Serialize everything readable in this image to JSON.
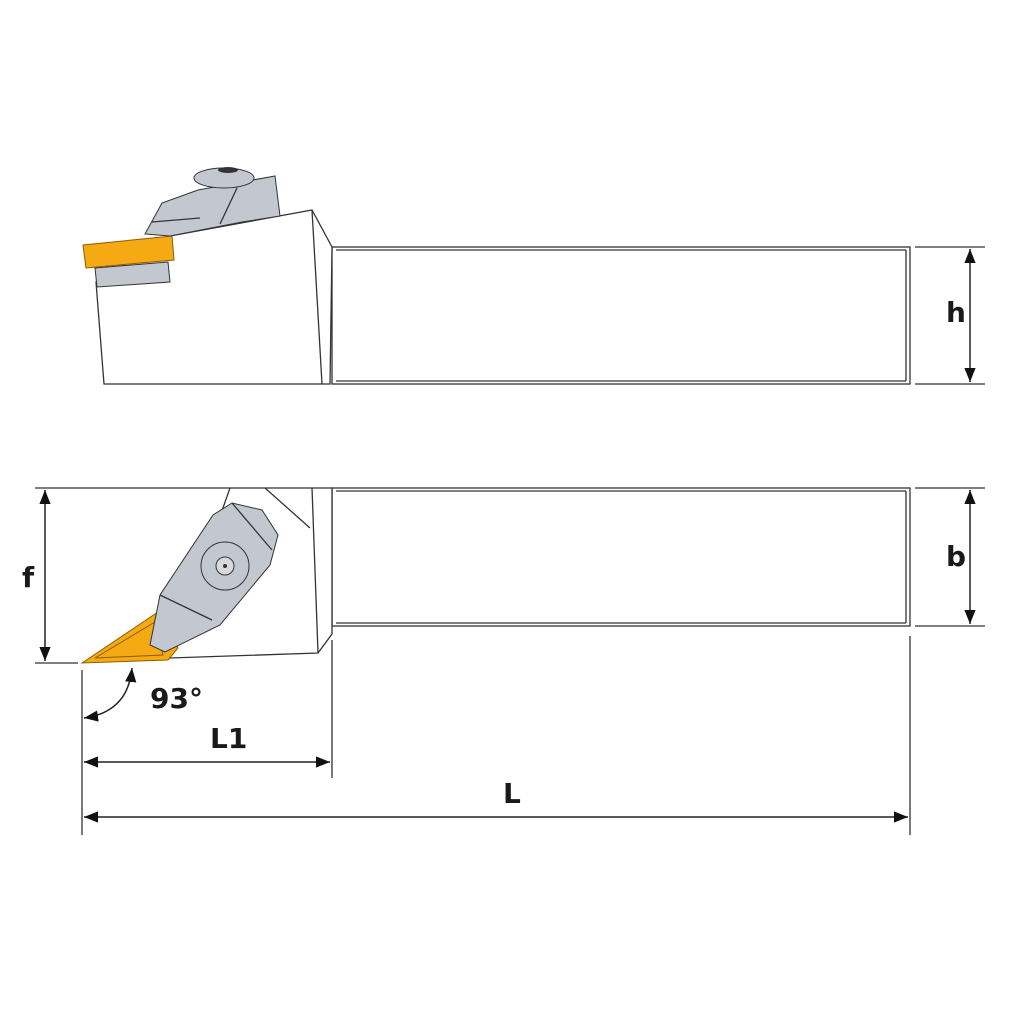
{
  "labels": {
    "h": "h",
    "b": "b",
    "f": "f",
    "angle": "93°",
    "l1": "L1",
    "l": "L"
  },
  "colors": {
    "insert": "#f5a912",
    "clamp": "#c3c8d0",
    "outline": "#333333"
  }
}
